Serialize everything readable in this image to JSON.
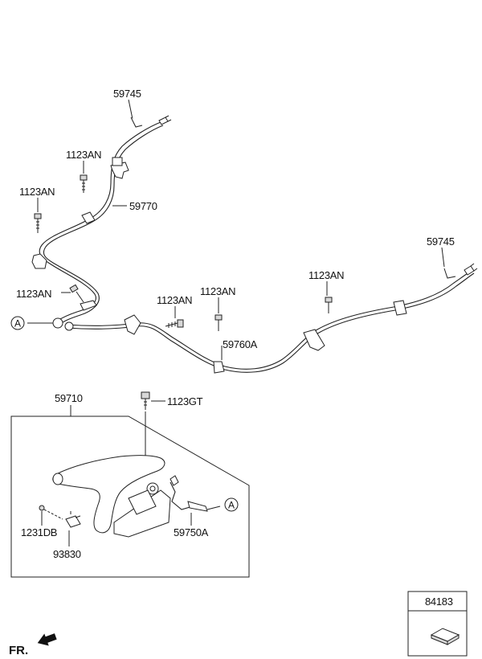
{
  "labels": {
    "cable_top_end": "59745",
    "bolt_upper": "1123AN",
    "bolt_left": "1123AN",
    "cable_front": "59770",
    "bolt_mid_left": "1123AN",
    "bolt_mid": "1123AN",
    "bolt_center": "1123AN",
    "bolt_right": "1123AN",
    "cable_right_end": "59745",
    "cable_rear": "59760A",
    "lever_assembly": "59710",
    "bolt_lever": "1123GT",
    "screw": "1231DB",
    "switch": "93830",
    "cable_lever": "59750A",
    "plug_box": "84183",
    "front_arrow": "FR."
  },
  "markers": {
    "connector_a_left": "A",
    "connector_a_right": "A"
  }
}
